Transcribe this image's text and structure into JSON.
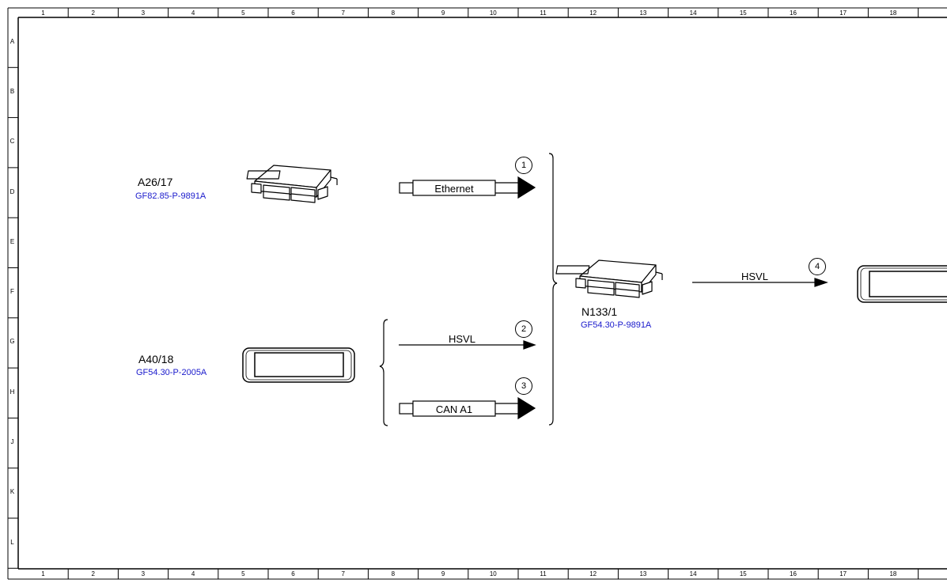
{
  "grid": {
    "columns": [
      "1",
      "2",
      "3",
      "4",
      "5",
      "6",
      "7",
      "8",
      "9",
      "10",
      "11",
      "12",
      "13",
      "14",
      "15",
      "16",
      "17",
      "18"
    ],
    "rows": [
      "A",
      "B",
      "C",
      "D",
      "E",
      "F",
      "G",
      "H",
      "J",
      "K",
      "L"
    ]
  },
  "components": {
    "a26_17": {
      "code": "A26/17",
      "ref": "GF82.85-P-9891A"
    },
    "a40_18": {
      "code": "A40/18",
      "ref": "GF54.30-P-2005A"
    },
    "n133_1": {
      "code": "N133/1",
      "ref": "GF54.30-P-9891A"
    }
  },
  "connections": {
    "c1": {
      "number": "1",
      "label": "Ethernet"
    },
    "c2": {
      "number": "2",
      "label": "HSVL"
    },
    "c3": {
      "number": "3",
      "label": "CAN A1"
    },
    "c4": {
      "number": "4",
      "label": "HSVL"
    }
  }
}
